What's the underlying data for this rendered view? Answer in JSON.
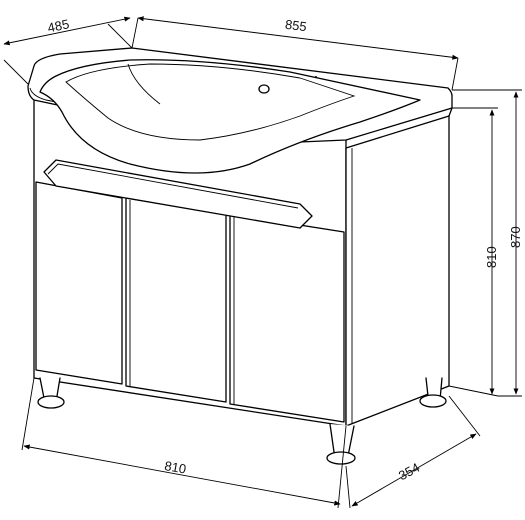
{
  "dimensions": {
    "depth_top": "485",
    "width_top": "855",
    "height_body": "810",
    "height_total": "870",
    "width_bottom": "810",
    "depth_bottom": "354"
  }
}
